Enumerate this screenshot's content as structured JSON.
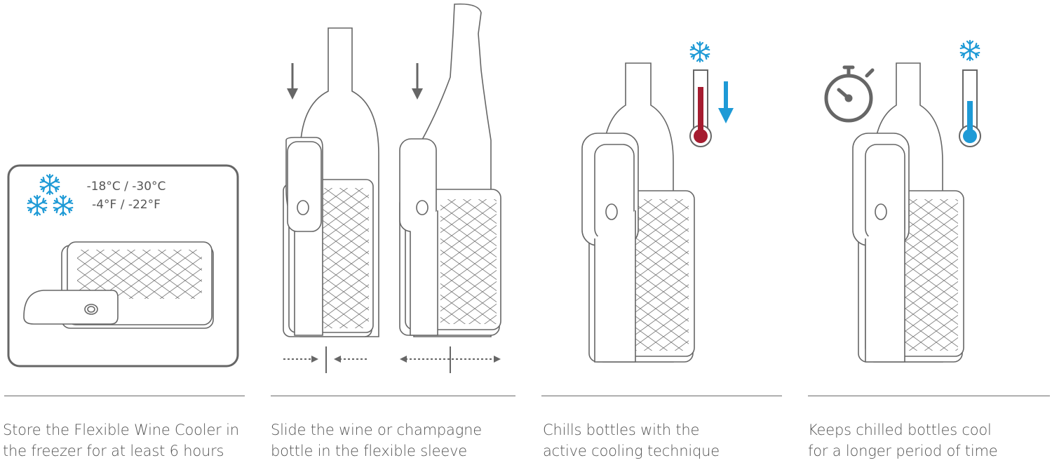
{
  "colors": {
    "line": "#666666",
    "ice_blue": "#1e9ad6",
    "warm_red": "#a51c30",
    "text": "#555555"
  },
  "panels": [
    {
      "temperature_c": "-18°C / -30°C",
      "temperature_f": "-4°F / -22°F",
      "icons": [
        "snowflake-icon",
        "freezer-icon",
        "wine-cooler-sleeve"
      ],
      "caption_line1": "Store the Flexible Wine Cooler in",
      "caption_line2": "the freezer for at least 6 hours"
    },
    {
      "icons": [
        "down-arrow-icon",
        "wine-bottle",
        "champagne-bottle",
        "stretch-arrows-icon"
      ],
      "caption_line1": "Slide the wine or champagne",
      "caption_line2": "bottle in the flexible sleeve"
    },
    {
      "icons": [
        "snowflake-icon",
        "thermometer-hot-icon",
        "temperature-down-arrow-icon"
      ],
      "caption_line1": "Chills bottles with the",
      "caption_line2": "active cooling technique"
    },
    {
      "icons": [
        "stopwatch-icon",
        "snowflake-icon",
        "thermometer-cold-icon"
      ],
      "caption_line1": "Keeps chilled bottles cool",
      "caption_line2": "for a longer period of time"
    }
  ]
}
